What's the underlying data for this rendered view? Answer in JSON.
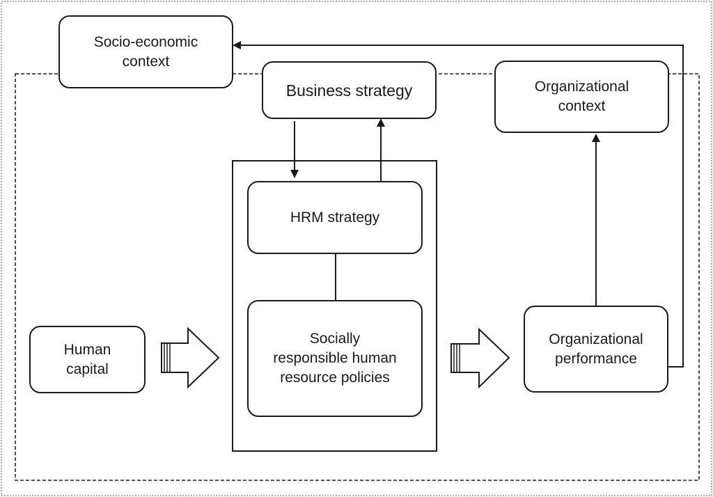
{
  "diagram": {
    "nodes": {
      "socio_economic_context": "Socio-economic\ncontext",
      "business_strategy": "Business strategy",
      "organizational_context": "Organizational\ncontext",
      "hrm_strategy": "HRM strategy",
      "socially_responsible_policies": "Socially\nresponsible human\nresource policies",
      "human_capital": "Human\ncapital",
      "organizational_performance": "Organizational\nperformance"
    },
    "edges": [
      {
        "from": "business_strategy",
        "to": "hrm_strategy",
        "style": "arrow"
      },
      {
        "from": "hrm_strategy",
        "to": "business_strategy",
        "style": "arrow"
      },
      {
        "from": "hrm_strategy",
        "to": "socially_responsible_policies",
        "style": "line"
      },
      {
        "from": "human_capital",
        "to": "socially_responsible_policies",
        "style": "block-arrow"
      },
      {
        "from": "socially_responsible_policies",
        "to": "organizational_performance",
        "style": "block-arrow"
      },
      {
        "from": "organizational_performance",
        "to": "organizational_context",
        "style": "arrow"
      },
      {
        "from": "organizational_performance",
        "to": "socio_economic_context",
        "style": "arrow"
      }
    ],
    "colors": {
      "stroke": "#1a1a1a",
      "background": "#ffffff"
    }
  }
}
